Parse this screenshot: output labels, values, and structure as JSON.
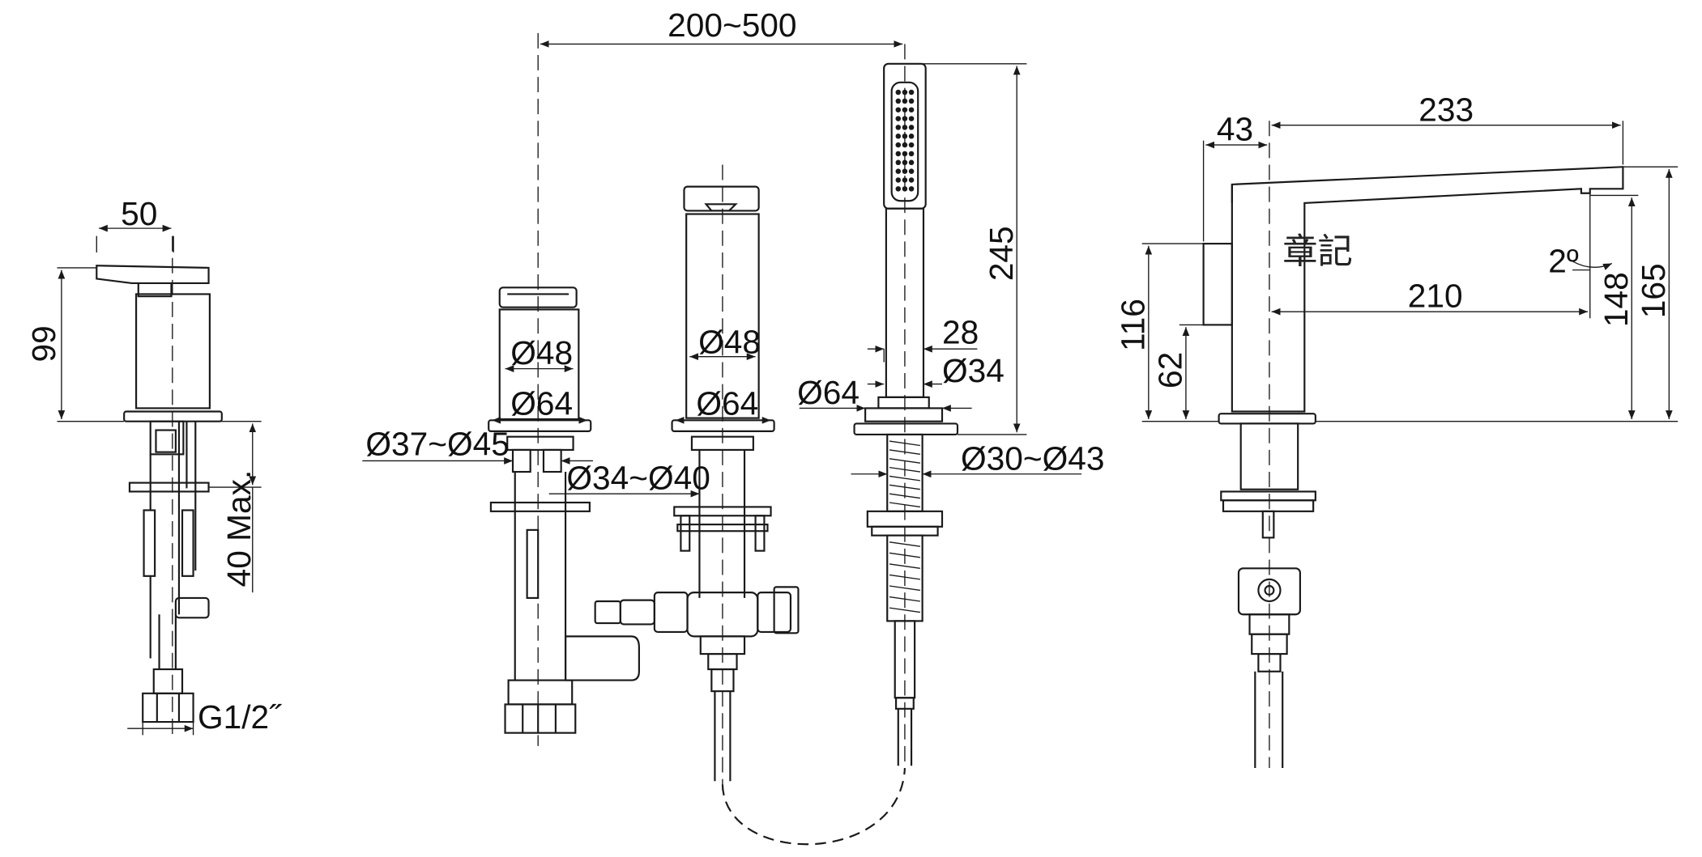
{
  "left_view": {
    "width_label": "50",
    "height_label": "99",
    "max_label": "40 Max.",
    "thread_label": "G1/2˝"
  },
  "center_view": {
    "spacing_label": "200~500",
    "diverter": {
      "top_diameter": "Ø48",
      "base_diameter": "Ø64",
      "hole_range": "Ø37~Ø45"
    },
    "spout": {
      "top_diameter": "Ø48",
      "base_diameter": "Ø64",
      "hole_range": "Ø34~Ø40"
    },
    "hand_shower": {
      "height_label": "245",
      "width_label": "28",
      "holder_diameter": "Ø34",
      "base_diameter": "Ø64",
      "hole_range": "Ø30~Ø43"
    }
  },
  "right_view": {
    "back_label": "43",
    "length_label": "233",
    "reach_label": "210",
    "angle_label": "2º",
    "spout_height_label": "148",
    "total_height_label": "165",
    "body_height_label": "116",
    "lever_height_label": "62"
  },
  "watermark": "章記",
  "colors": {
    "line": "#1a1a1a",
    "background": "#ffffff"
  }
}
